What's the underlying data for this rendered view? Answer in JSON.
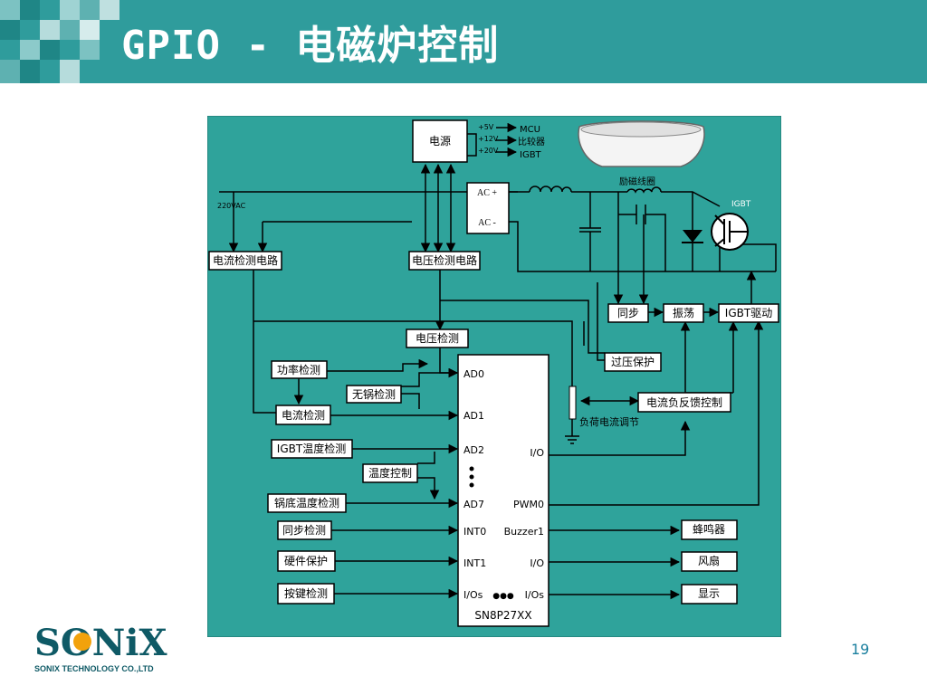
{
  "slide": {
    "title": "GPIO - 电磁炉控制",
    "page_number": "19"
  },
  "logo": {
    "brand": "SONiX",
    "tagline": "SONIX TECHNOLOGY CO.,LTD"
  },
  "diagram": {
    "blocks": {
      "power": "电源",
      "ac_plus": "AC  +",
      "ac_minus": "AC  -",
      "current_detect_circuit": "电流检测电路",
      "voltage_detect_circuit": "电压检测电路",
      "sync": "同步",
      "oscillate": "振荡",
      "igbt_drive": "IGBT驱动",
      "voltage_detect": "电压检测",
      "overvoltage_protect": "过压保护",
      "power_detect": "功率检测",
      "no_pot_detect": "无锅检测",
      "current_detect": "电流检测",
      "current_feedback": "电流负反馈控制",
      "igbt_temp_detect": "IGBT温度检测",
      "temp_control": "温度控制",
      "pot_temp_detect": "锅底温度检测",
      "sync_detect": "同步检测",
      "hw_protect": "硬件保护",
      "key_detect": "按键检测",
      "buzzer": "蜂鸣器",
      "fan": "风扇",
      "display": "显示"
    },
    "rails": {
      "v5": "+5V",
      "v12": "+12V",
      "v20": "+20V",
      "mcu": "MCU",
      "comparator": "比较器",
      "igbt": "IGBT"
    },
    "labels": {
      "ac_input": "220VAC",
      "coil": "励磁线圈",
      "igbt_label": "IGBT",
      "load_current_adjust": "负荷电流调节"
    },
    "mcu": {
      "chip": "SN8P27XX",
      "pins_left": [
        "AD0",
        "AD1",
        "AD2",
        "AD7",
        "INT0",
        "INT1",
        "I/Os"
      ],
      "pins_right": [
        "I/O",
        "PWM0",
        "Buzzer1",
        "I/O",
        "I/Os"
      ],
      "dots": "●●●"
    }
  }
}
